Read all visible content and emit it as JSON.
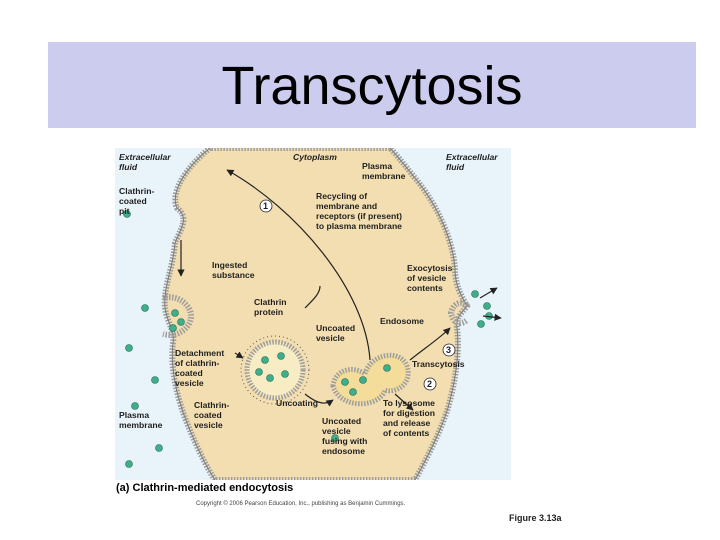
{
  "slide": {
    "title": "Transcytosis",
    "colors": {
      "title_bar": "#ccccee",
      "cytoplasm": "#f2deb0",
      "membrane": "#bdbdbd",
      "particle": "#3fae8a"
    }
  },
  "figure": {
    "labels": {
      "extracellular_left": [
        "Extracellular",
        "fluid"
      ],
      "extracellular_right": [
        "Extracellular",
        "fluid"
      ],
      "cytoplasm": "Cytoplasm",
      "plasma_membrane_top": [
        "Plasma",
        "membrane"
      ],
      "clathrin_coated_pit": [
        "Clathrin-",
        "coated",
        "pit"
      ],
      "recycling": [
        "Recycling of",
        "membrane and",
        "receptors (if present)",
        "to plasma membrane"
      ],
      "ingested_substance": [
        "Ingested",
        "substance"
      ],
      "clathrin_protein": [
        "Clathrin",
        "protein"
      ],
      "exocytosis": [
        "Exocytosis",
        "of vesicle",
        "contents"
      ],
      "endosome": "Endosome",
      "uncoated_vesicle": [
        "Uncoated",
        "vesicle"
      ],
      "detachment": [
        "Detachment",
        "of clathrin-",
        "coated",
        "vesicle"
      ],
      "transcytosis": "Transcytosis",
      "plasma_membrane_left": [
        "Plasma",
        "membrane"
      ],
      "clathrin_coated_vesicle": [
        "Clathrin-",
        "coated",
        "vesicle"
      ],
      "uncoating": "Uncoating",
      "uncoated_vesicle_fusing": [
        "Uncoated",
        "vesicle",
        "fusing with",
        "endosome"
      ],
      "to_lysosome": [
        "To lysosome",
        "for digestion",
        "and release",
        "of contents"
      ]
    },
    "steps": {
      "step1": "1",
      "step2": "2",
      "step3": "3"
    },
    "caption": "(a) Clathrin-mediated endocytosis",
    "copyright": "Copyright © 2006 Pearson Education, Inc., publishing as Benjamin Cummings.",
    "figure_ref": "Figure 3.13a"
  }
}
